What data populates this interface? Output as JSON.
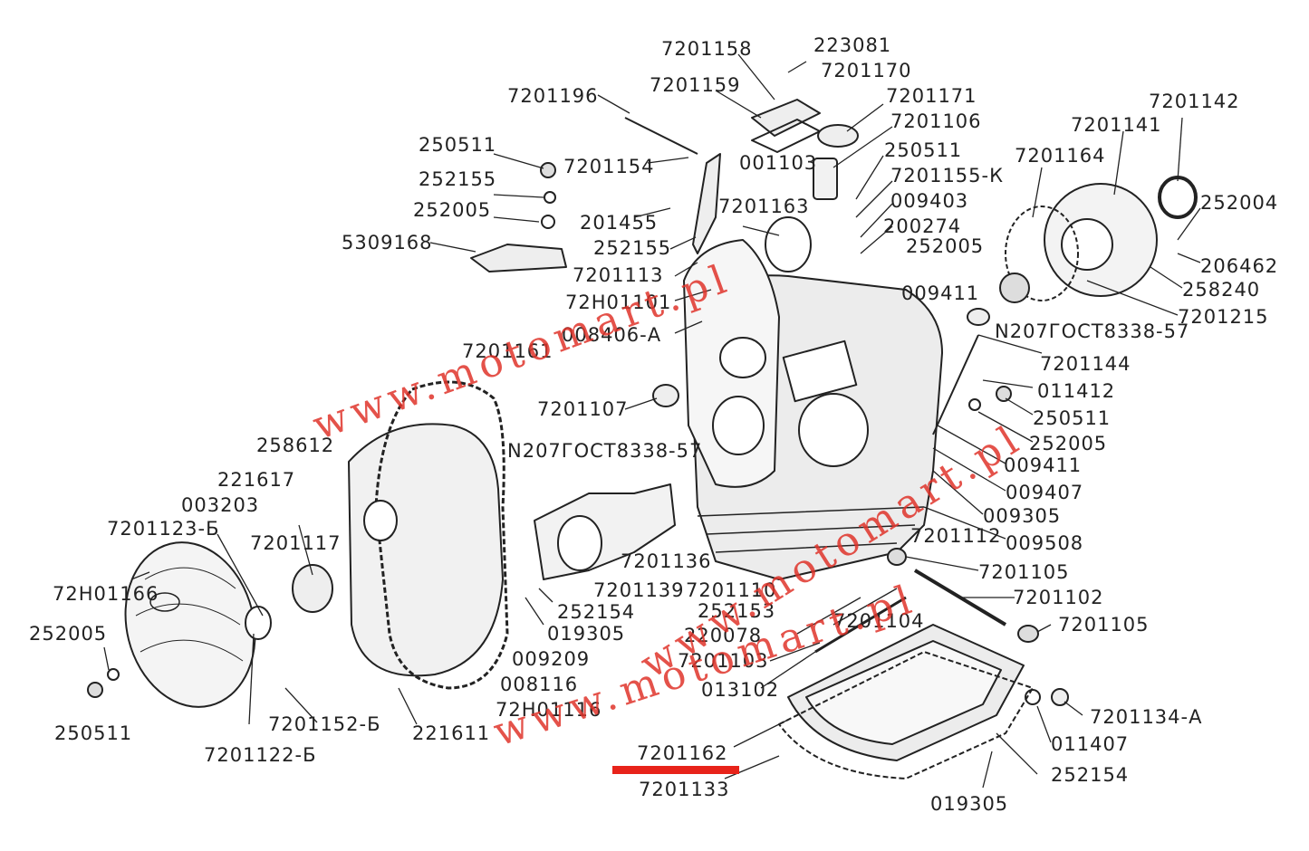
{
  "colors": {
    "ink": "#222222",
    "watermark": "#e0342b",
    "highlight": "#e8231a",
    "background": "#ffffff"
  },
  "watermark": [
    "www.motomart.pl",
    "www.motomart.pl",
    "www.motomart.pl"
  ],
  "highlighted_part": "7201162",
  "labels": {
    "p7201158": "7201158",
    "p223081": "223081",
    "p7201170": "7201170",
    "p7201159": "7201159",
    "p7201196": "7201196",
    "p7201171": "7201171",
    "p7201106": "7201106",
    "p7201142": "7201142",
    "p7201141": "7201141",
    "p250511a": "250511",
    "p7201154": "7201154",
    "p001103": "001103",
    "p250511b": "250511",
    "p7201164": "7201164",
    "p252155a": "252155",
    "p7201155k": "7201155-К",
    "p252005a": "252005",
    "p009403": "009403",
    "p201455": "201455",
    "p7201163": "7201163",
    "p200274": "200274",
    "p252004": "252004",
    "p5309168": "5309168",
    "p252155b": "252155",
    "p252005b": "252005",
    "p206462": "206462",
    "p7201113": "7201113",
    "p258240": "258240",
    "p72h01101": "72Н01101",
    "p009411a": "009411",
    "p7201215": "7201215",
    "p008406a": "008406-А",
    "pn207a": "N207ГОСТ8338-57",
    "p7201161": "7201161",
    "p7201144": "7201144",
    "p011412": "011412",
    "p7201107": "7201107",
    "p250511c": "250511",
    "p252005c": "252005",
    "p258612": "258612",
    "pn207b": "N207ГОСТ8338-57",
    "p009411b": "009411",
    "p221617": "221617",
    "p009407": "009407",
    "p003203": "003203",
    "p009305": "009305",
    "p7201123b": "7201123-Б",
    "p7201112": "7201112",
    "p7201117": "7201117",
    "p009508": "009508",
    "p7201136": "7201136",
    "p72h01166": "72Н01166",
    "p7201105a": "7201105",
    "p7201139": "7201139",
    "p7201110": "7201110",
    "p7201102": "7201102",
    "p252154a": "252154",
    "p252153": "252153",
    "p019305a": "019305",
    "p220078": "220078",
    "p7201105b": "7201105",
    "p7201104": "7201104",
    "p252005d": "252005",
    "p009209": "009209",
    "p7201103": "7201103",
    "p008116": "008116",
    "p013102": "013102",
    "p72h01116": "72Н01116",
    "p7201134a": "7201134-А",
    "p250511d": "250511",
    "p7201152b": "7201152-Б",
    "p221611": "221611",
    "p011407": "011407",
    "p7201122b": "7201122-Б",
    "p7201162": "7201162",
    "p252154b": "252154",
    "p7201133": "7201133",
    "p019305b": "019305"
  }
}
